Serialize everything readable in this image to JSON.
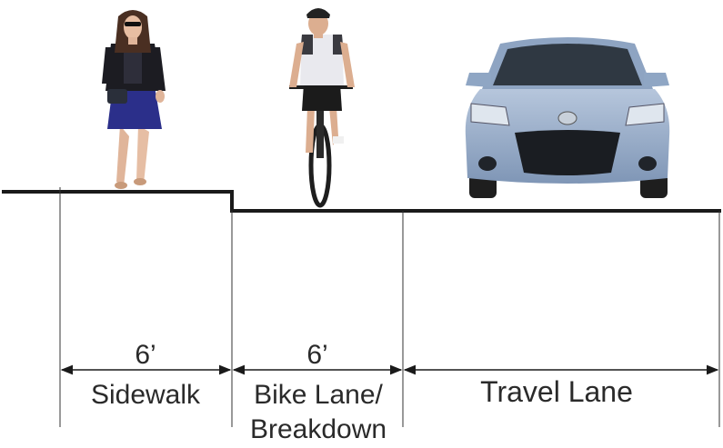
{
  "figures": {
    "pedestrian": "woman-walking-icon",
    "cyclist": "cyclist-icon",
    "car": "car-icon"
  },
  "colors": {
    "line": "#1a1a1a",
    "text": "#2a2a2a",
    "car_body": "#8fa6c4",
    "skirt": "#2b2f8a"
  },
  "dimensions": {
    "sidewalk": {
      "width": "6’",
      "label": "Sidewalk"
    },
    "bike_lane": {
      "width": "6’",
      "label_line1": "Bike Lane/",
      "label_line2": "Breakdown"
    },
    "travel_lane": {
      "label": "Travel Lane"
    }
  }
}
